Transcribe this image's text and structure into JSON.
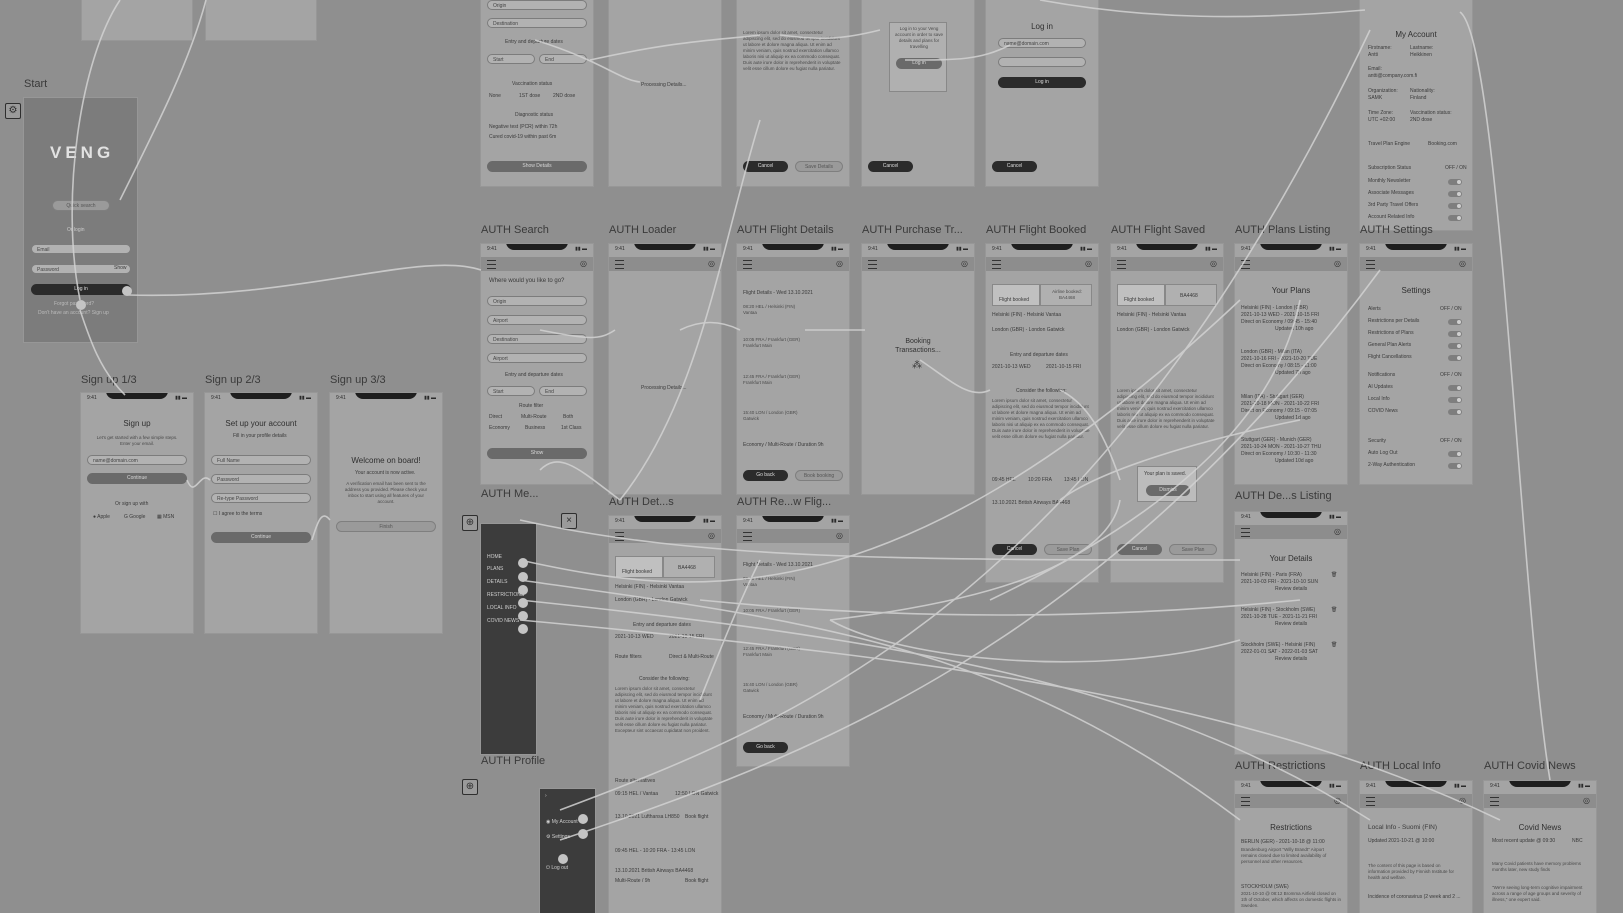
{
  "colors": {
    "canvas": "#8f8f8f",
    "frame": "#a4a4a4",
    "wire": "#d2d2d2"
  },
  "labels": {
    "start": "Start",
    "signup1": "Sign up 1/3",
    "signup2": "Sign up 2/3",
    "signup3": "Sign up 3/3",
    "search": "AUTH Search",
    "loader": "AUTH Loader",
    "flight_details": "AUTH Flight Details",
    "purchase": "AUTH Purchase Tr...",
    "booked": "AUTH Flight Booked",
    "saved": "AUTH Flight Saved",
    "plans": "AUTH Plans Listing",
    "settings": "AUTH Settings",
    "menu": "AUTH Me...",
    "details": "AUTH Det...s",
    "review": "AUTH Re...w Flig...",
    "details_listing": "AUTH De...s Listing",
    "profile": "AUTH Profile",
    "restrictions": "AUTH Restrictions",
    "local_info": "AUTH Local Info",
    "covid": "AUTH Covid News"
  },
  "start": {
    "logo": "VENG",
    "quick": "Quick search",
    "or": "Or login",
    "email": "Email",
    "password": "Password",
    "show": "Show",
    "login": "Log in",
    "forgot": "Forgot password?",
    "signup": "Don't have an account? Sign up"
  },
  "signup1": {
    "title": "Sign up",
    "sub": "Let's get started with a few simple steps. Enter your email.",
    "email": "name@domain.com",
    "continue": "Continue",
    "or": "Or sign up with",
    "apple": "Apple",
    "google": "Google",
    "msn": "MSN"
  },
  "signup2": {
    "title": "Set up your account",
    "sub": "Fill in your profile details",
    "name": "Full Name",
    "password": "Password",
    "retype": "Re-type Password",
    "agree": "I agree to the terms",
    "continue": "Continue"
  },
  "signup3": {
    "title": "Welcome on board!",
    "sub": "Your account is now active.",
    "body": "A verification email has been sent to the address you provided. Please check your inbox to start using all features of your account.",
    "finish": "Finish"
  },
  "top": {
    "origin": "Origin",
    "destination": "Destination",
    "entry": "Entry and departure dates",
    "start": "Start",
    "end": "End",
    "vacc": "Vaccination status",
    "none": "None",
    "dose1": "1ST dose",
    "dose2": "2ND dose",
    "diag": "Diagnostic status",
    "neg": "Negative test (PCR) within 72h",
    "cured": "Cured covid-19 within past 6m",
    "show": "Show Details",
    "processing": "Processing Details...",
    "login_title": "Log in",
    "login_email": "name@domain.com",
    "login_btn": "Log in",
    "login_note": "Log in to your Veng account in order to save details and plans for travelling",
    "cancel": "Cancel",
    "save": "Save Details"
  },
  "search": {
    "q": "Where would you like to go?",
    "origin": "Origin",
    "airport": "Airport",
    "destination": "Destination",
    "airport2": "Airport",
    "dates": "Entry and departure dates",
    "start": "Start",
    "end": "End",
    "route": "Route filter",
    "direct": "Direct",
    "multi": "Multi-Route",
    "both": "Both",
    "economy": "Economy",
    "business": "Business",
    "first": "1st Class",
    "btn": "Show"
  },
  "loader": {
    "text": "Processing Details..."
  },
  "fd": {
    "head": "Flight Details - Wed 13.10.2021",
    "rows": [
      "08:20 HEL / Helsinki (FIN) Vantaa",
      "10:05 FRA / Frankfurt (GER) Frankfurt Main",
      "12:45 FRA / Frankfurt (GER) Frankfurt Main",
      "15:40 LON / London (GBR) Gatwick"
    ],
    "foot": "Economy / Multi-Route / Duration 9h",
    "back": "Go back",
    "book": "Book booking"
  },
  "purchase": {
    "text": "Booking Transactions..."
  },
  "booked": {
    "tab1": "Flight booked",
    "tab2": "Airline booked: BA4468",
    "r1": "Helsinki (FIN) - Helsinki Vantaa",
    "r2": "London (GBR) - London Gatwick",
    "dates": "Entry and departure dates",
    "d1": "2021-10-13 WED",
    "d2": "2021-10-15 FRI",
    "consider": "Consider the following:",
    "body": "Lorem ipsum dolor sit amet, consectetur adipiscing elit, sed do eiusmod tempor incididunt ut labore et dolore magna aliqua. Ut enim ad minim veniam, quis nostrud exercitation ullamco laboris nisi ut aliquip ex ea commodo consequat. Duis aute irure dolor in reprehenderit in voluptate velit esse cillum dolore eu fugiat nulla pariatur.",
    "t1": "09:45 HEL",
    "t2": "10:20 FRA",
    "t3": "13:45 LON",
    "date": "13.10.2021 British Airways BA4468",
    "btn1": "Cancel",
    "btn2": "Save Plan"
  },
  "saved": {
    "tab1": "Flight booked",
    "tab2": "BA4468",
    "saved": "Your plan is saved.",
    "dismiss": "Dismiss",
    "btn1": "Cancel",
    "btn2": "Save Plan"
  },
  "plans": {
    "title": "Your Plans",
    "items": [
      {
        "a": "Helsinki (FIN) - London (GBR)",
        "b": "2021-10-13 WED - 2021-10-15 FRI",
        "c": "Direct on Economy / 09:45 - 15:40",
        "d": "Updated 10h ago"
      },
      {
        "a": "London (GBR) - Milan (ITA)",
        "b": "2021-10-16 FRI - 2021-10-20 TUE",
        "c": "Direct on Economy / 08:15 - 11:00",
        "d": "Updated 7h ago"
      },
      {
        "a": "Milan (ITA) - Stuttgart (GER)",
        "b": "2021-10-18 MON - 2021-10-22 FRI",
        "c": "Direct on Economy / 09:15 - 07:05",
        "d": "Updated 1d ago"
      },
      {
        "a": "Stuttgart (GER) - Munich (GER)",
        "b": "2021-10-24 MON - 2021-10-27 THU",
        "c": "Direct on Economy / 10:30 - 11:30",
        "d": "Updated 10d ago"
      }
    ]
  },
  "settings": {
    "title": "Settings",
    "alerts": "Alerts",
    "offon": "OFF / ON",
    "a": [
      "Restrictions per Details",
      "Restrictions of Plans",
      "General Plan Alerts",
      "Flight Cancellations"
    ],
    "notif": "Notifications",
    "n": [
      "AI Updates",
      "Local Info",
      "COVID News"
    ],
    "sec": "Security",
    "s": [
      "Auto Log Out",
      "2-Way Authentication"
    ]
  },
  "account": {
    "title": "My Account",
    "first": "Firstname:",
    "first_v": "Antti",
    "last": "Lastname:",
    "last_v": "Heikkinen",
    "email": "Email:",
    "email_v": "antti@company.com.fi",
    "org": "Organization:",
    "org_v": "SAMK",
    "nat": "Nationality:",
    "nat_v": "Finland",
    "tz": "Time Zone:",
    "tz_v": "UTC +02:00",
    "vac": "Vaccination status:",
    "vac_v": "2ND dose",
    "fp": "Travel Plan Engine",
    "fp_v": "Booking.com",
    "subs": "Subscription Status",
    "offon": "OFF / ON",
    "subitems": [
      "Monthly Newsletter",
      "Associate Messages",
      "3rd Party Travel Offers",
      "Account Related Info"
    ]
  },
  "menu": {
    "items": [
      "HOME",
      "PLANS",
      "DETAILS",
      "RESTRICTIONS",
      "LOCAL INFO",
      "COVID NEWS"
    ]
  },
  "details": {
    "tab1": "Flight booked",
    "tab2": "BA4468",
    "r1": "Helsinki (FIN) - Helsinki Vantaa",
    "r2": "London (GBR) - London Gatwick",
    "dates": "Entry and departure dates",
    "d1": "2021-10-13 WED",
    "d2": "2021-10-15 FRI",
    "route": "Route filters",
    "route_v": "Direct & Multi-Route",
    "consider": "Consider the following:",
    "body": "Lorem ipsum dolor sit amet, consectetur adipiscing elit, sed do eiusmod tempor incididunt ut labore et dolore magna aliqua. Ut enim ad minim veniam, quis nostrud exercitation ullamco laboris nisi ut aliquip ex ea commodo consequat. Duis aute irure dolor in reprehenderit in voluptate velit esse cillum dolore eu fugiat nulla pariatur. Excepteur sint occaecat cupidatat non proident.",
    "alt": "Route alternatives",
    "a1": "09:15 HEL / Vantaa",
    "a1b": "12:50 LON Gatwick",
    "a1c": "13.10.2021 Lufthansa LH850",
    "a1d": "Book flight",
    "a2": "09:45 HEL - 10:20 FRA - 13:45 LON",
    "a2c": "13.10.2021 British Airways BA4468",
    "a2d": "Book flight",
    "foot": "Multi-Route / 9h"
  },
  "review": {
    "head": "Flight Details - Wed 13.10.2021",
    "rows": [
      "08:20 HEL / Helsinki (FIN) Vantaa",
      "10:05 FRA / Frankfurt (GER)",
      "12:45 FRA / Frankfurt (GER) Frankfurt Main",
      "15:40 LON / London (GBR) Gatwick"
    ],
    "foot": "Economy / Multi-Route / Duration 9h",
    "back": "Go back"
  },
  "dlist": {
    "title": "Your Details",
    "items": [
      {
        "a": "Helsinki (FIN) - Paris (FRA)",
        "b": "2021-10-03 FRI - 2021-10-10 SUN",
        "c": "Review details"
      },
      {
        "a": "Helsinki (FIN) - Stockholm (SWE)",
        "b": "2021-10-28 TUE - 2021-11-21 FRI",
        "c": "Review details"
      },
      {
        "a": "Stockholm (SWE) - Helsinki (FIN)",
        "b": "2022-01-01 SAT - 2022-01-03 SAT",
        "c": "Review details"
      }
    ]
  },
  "profile": {
    "items": [
      "My Account",
      "Settings",
      "Log out"
    ]
  },
  "restr": {
    "title": "Restrictions",
    "p1": "BERLIN (GER) - 2021-10-18 @ 11:00",
    "p2": "Brandenburg Airport \"Willy Brandt\" Airport remains closed due to limited availability of personnel and other resources.",
    "p3": "STOCKHOLM (SWE)",
    "p4": "2021-10-10 @ 08:12 Bromma Airfield closed on 1th of October, which affects on domestic flights in Sweden."
  },
  "local": {
    "title": "Local Info - Suomi (FIN)",
    "upd": "Updated 2021-10-21 @ 10:00",
    "p1": "The content of this page is based on information provided by Finnish Institute for health and welfare.",
    "p2": "Incidence of coronavirus (2 week and 2 ..."
  },
  "covid": {
    "title": "Covid News",
    "upd": "Most recent update @ 09:30",
    "src": "NBC",
    "p1": "Many Covid patients have memory problems months later, new study finds",
    "p2": "\"We're seeing long-term cognitive impairment across a range of age groups and severity of illness,\" one expert said."
  }
}
